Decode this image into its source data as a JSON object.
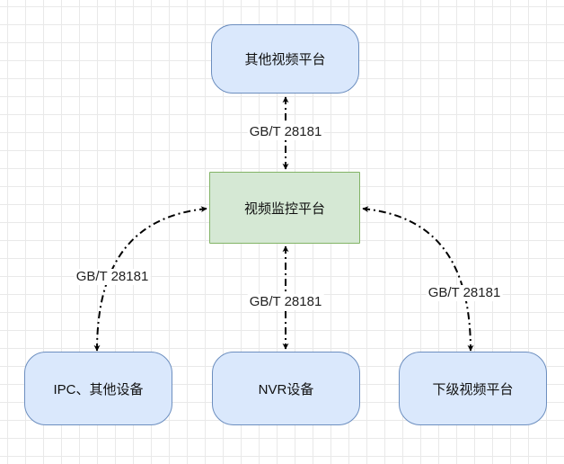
{
  "nodes": {
    "top_platform": "其他视频平台",
    "center_platform": "视频监控平台",
    "ipc_devices": "IPC、其他设备",
    "nvr_devices": "NVR设备",
    "lower_platform": "下级视频平台"
  },
  "edges": {
    "top_label": "GB/T 28181",
    "left_label": "GB/T 28181",
    "middle_label": "GB/T 28181",
    "right_label": "GB/T 28181"
  },
  "colors": {
    "rounded_fill": "#dae8fc",
    "rounded_stroke": "#6c8ebf",
    "center_fill": "#d5e8d4",
    "center_stroke": "#82b366",
    "edge_stroke": "#000000"
  }
}
